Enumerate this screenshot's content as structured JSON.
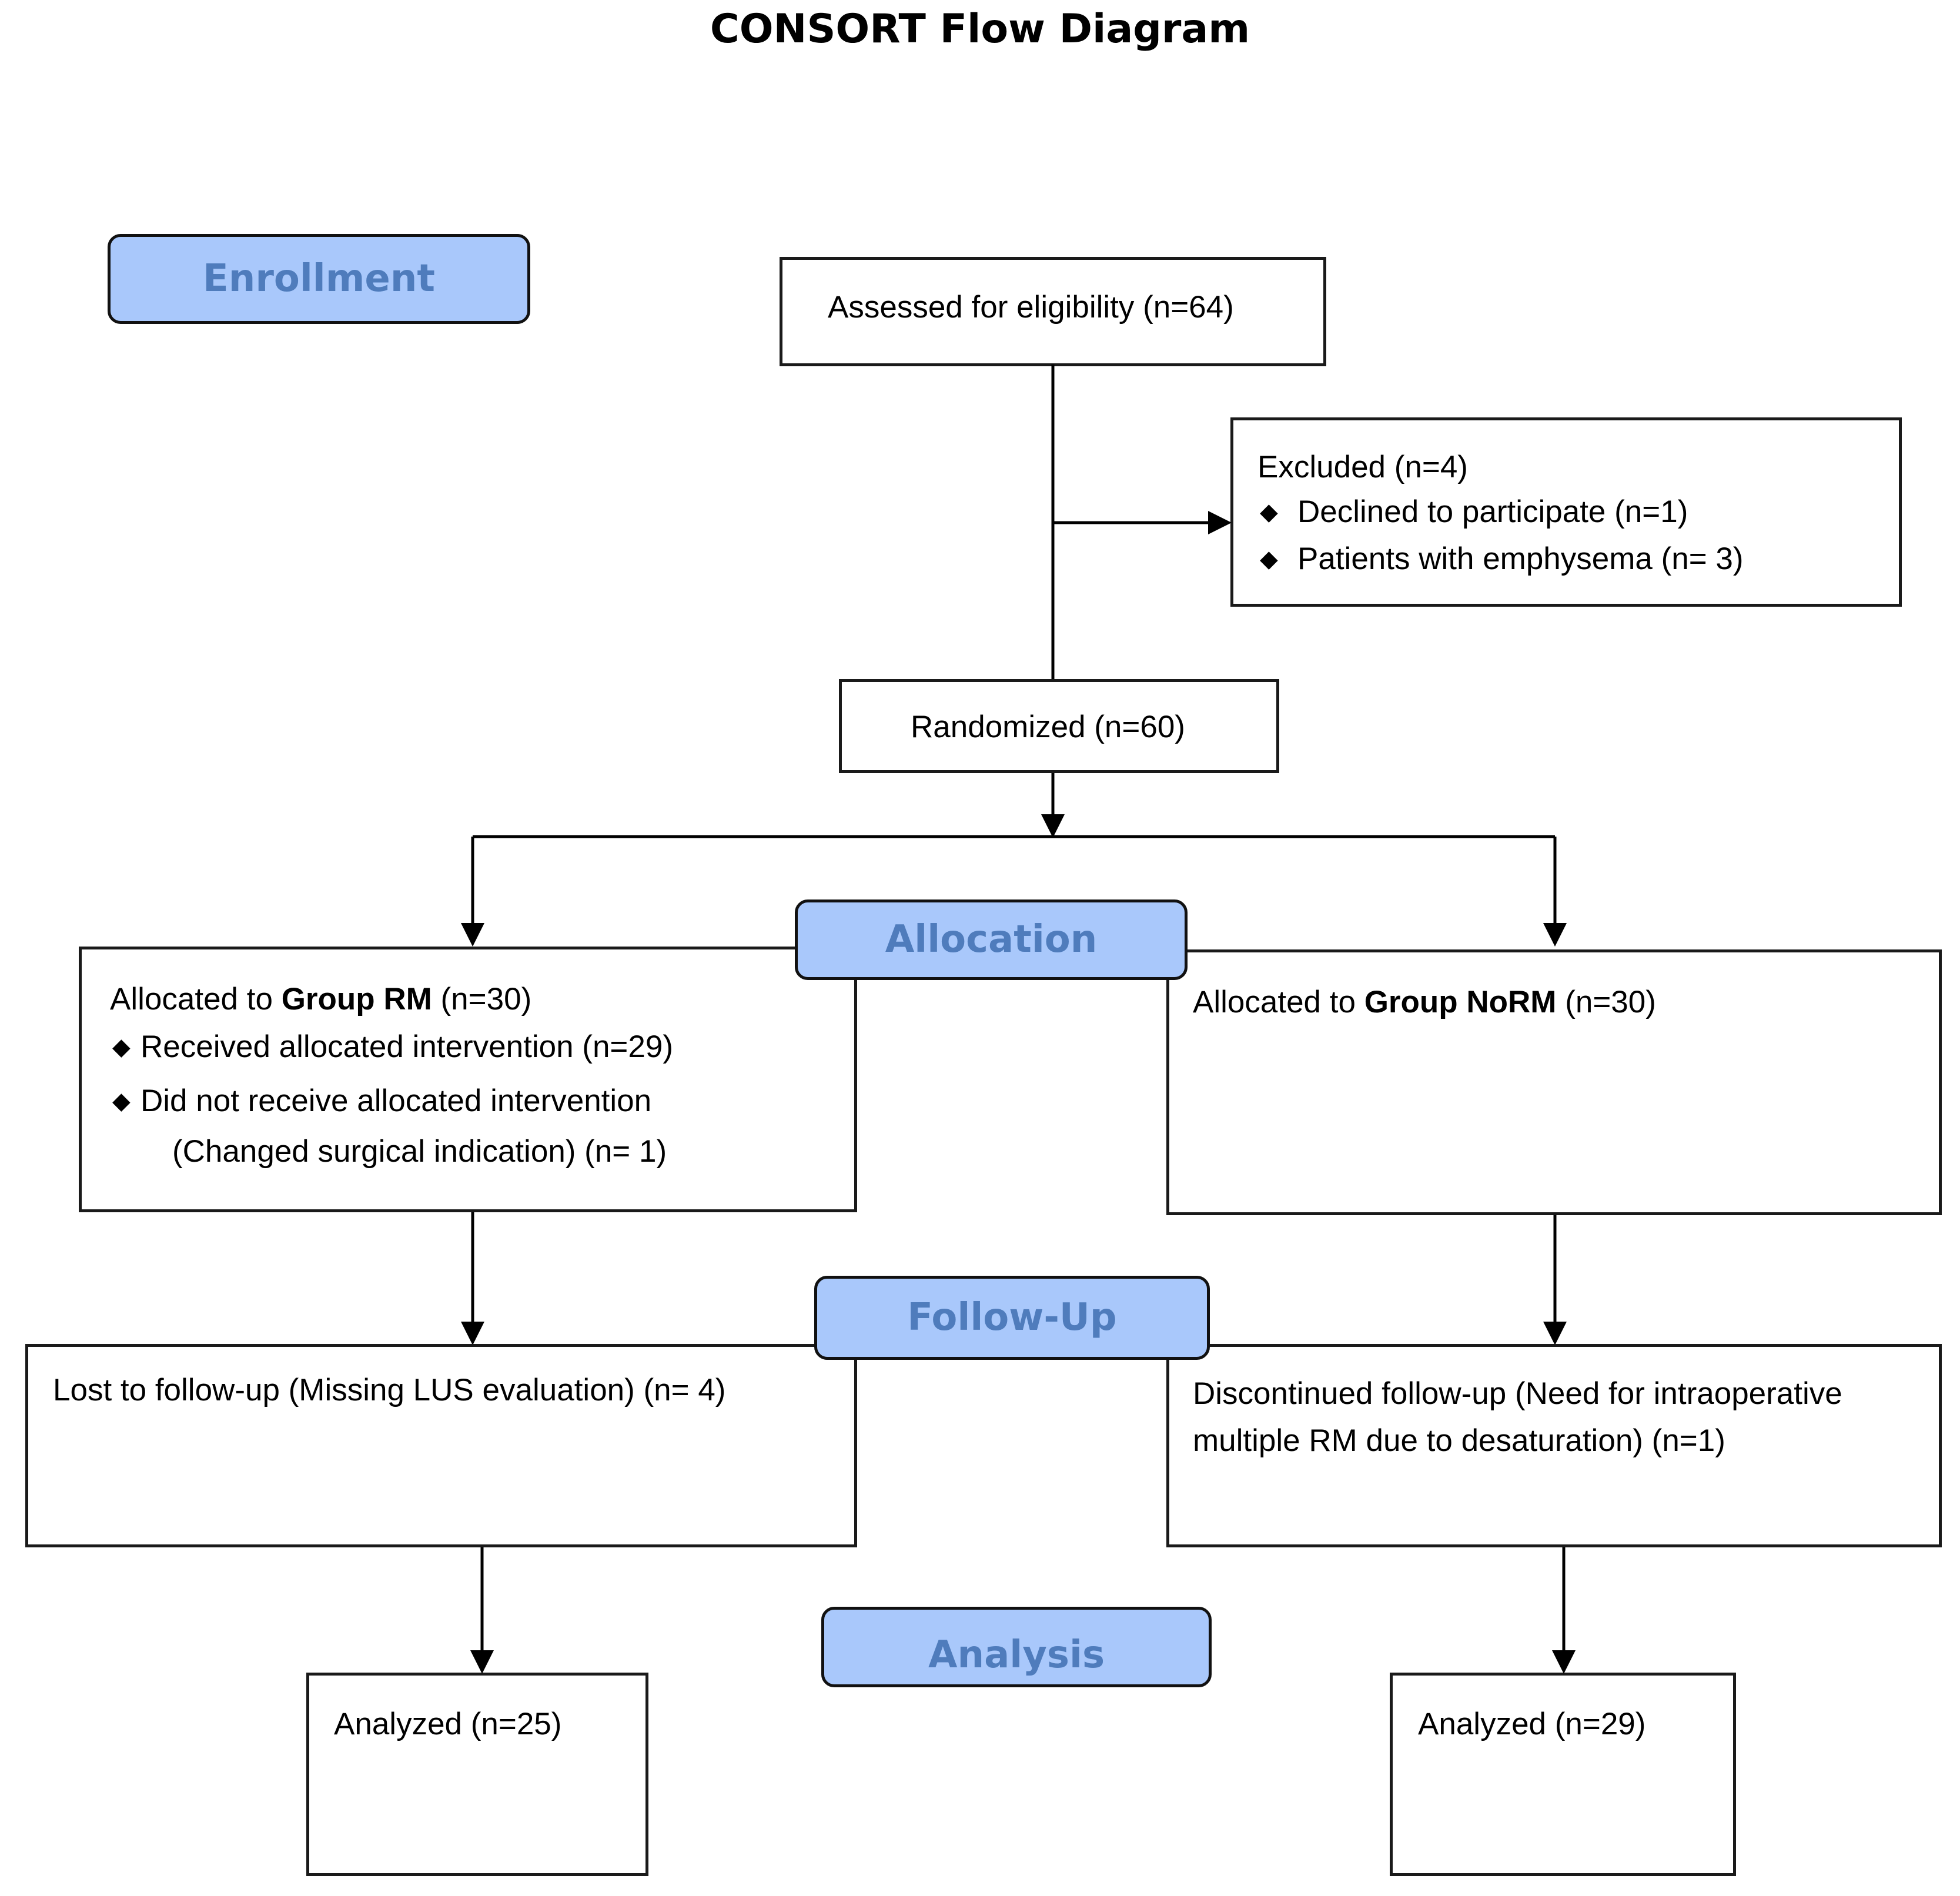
{
  "title": "CONSORT Flow Diagram",
  "stages": {
    "enrollment": "Enrollment",
    "allocation": "Allocation",
    "followup": "Follow-Up",
    "analysis": "Analysis"
  },
  "enrollment": {
    "assessed": "Assessed for eligibility (n=64)",
    "excluded": {
      "title": "Excluded (n=4)",
      "bullet": "◆",
      "items": [
        "Declined to participate (n=1)",
        "Patients with emphysema (n= 3)"
      ]
    },
    "randomized": "Randomized (n=60)"
  },
  "allocation": {
    "rm": {
      "prefix": "Allocated to ",
      "group": "Group RM",
      "suffix": " (n=30)",
      "bullet": "◆",
      "item1": "Received allocated intervention (n=29)",
      "item2": "Did not receive allocated intervention",
      "item2b": "(Changed surgical indication) (n= 1)"
    },
    "norm": {
      "prefix": "Allocated to ",
      "group": "Group NoRM",
      "suffix": " (n=30)"
    }
  },
  "followup": {
    "rm": "Lost to follow-up (Missing LUS evaluation) (n= 4)",
    "norm_line1": "Discontinued follow-up (Need for intraoperative",
    "norm_line2": "multiple RM due to desaturation) (n=1)"
  },
  "analysis": {
    "rm": "Analyzed (n=25)",
    "norm": "Analyzed (n=29)"
  }
}
